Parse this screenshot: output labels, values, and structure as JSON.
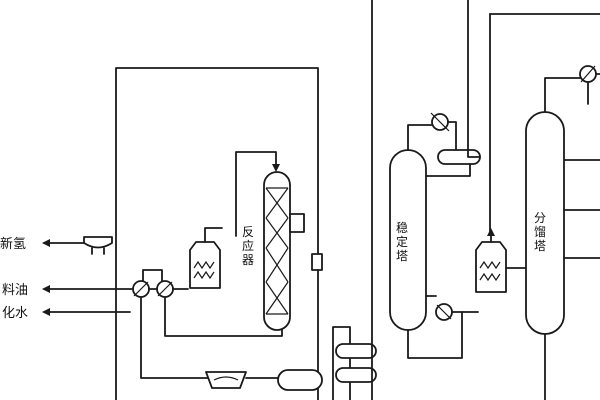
{
  "labels": {
    "stream_top": "新氢",
    "stream_mid": "料油",
    "stream_bottom": "化水",
    "reactor": "反应器",
    "stabilizer": "稳定塔",
    "fractionator": "分馏塔"
  }
}
